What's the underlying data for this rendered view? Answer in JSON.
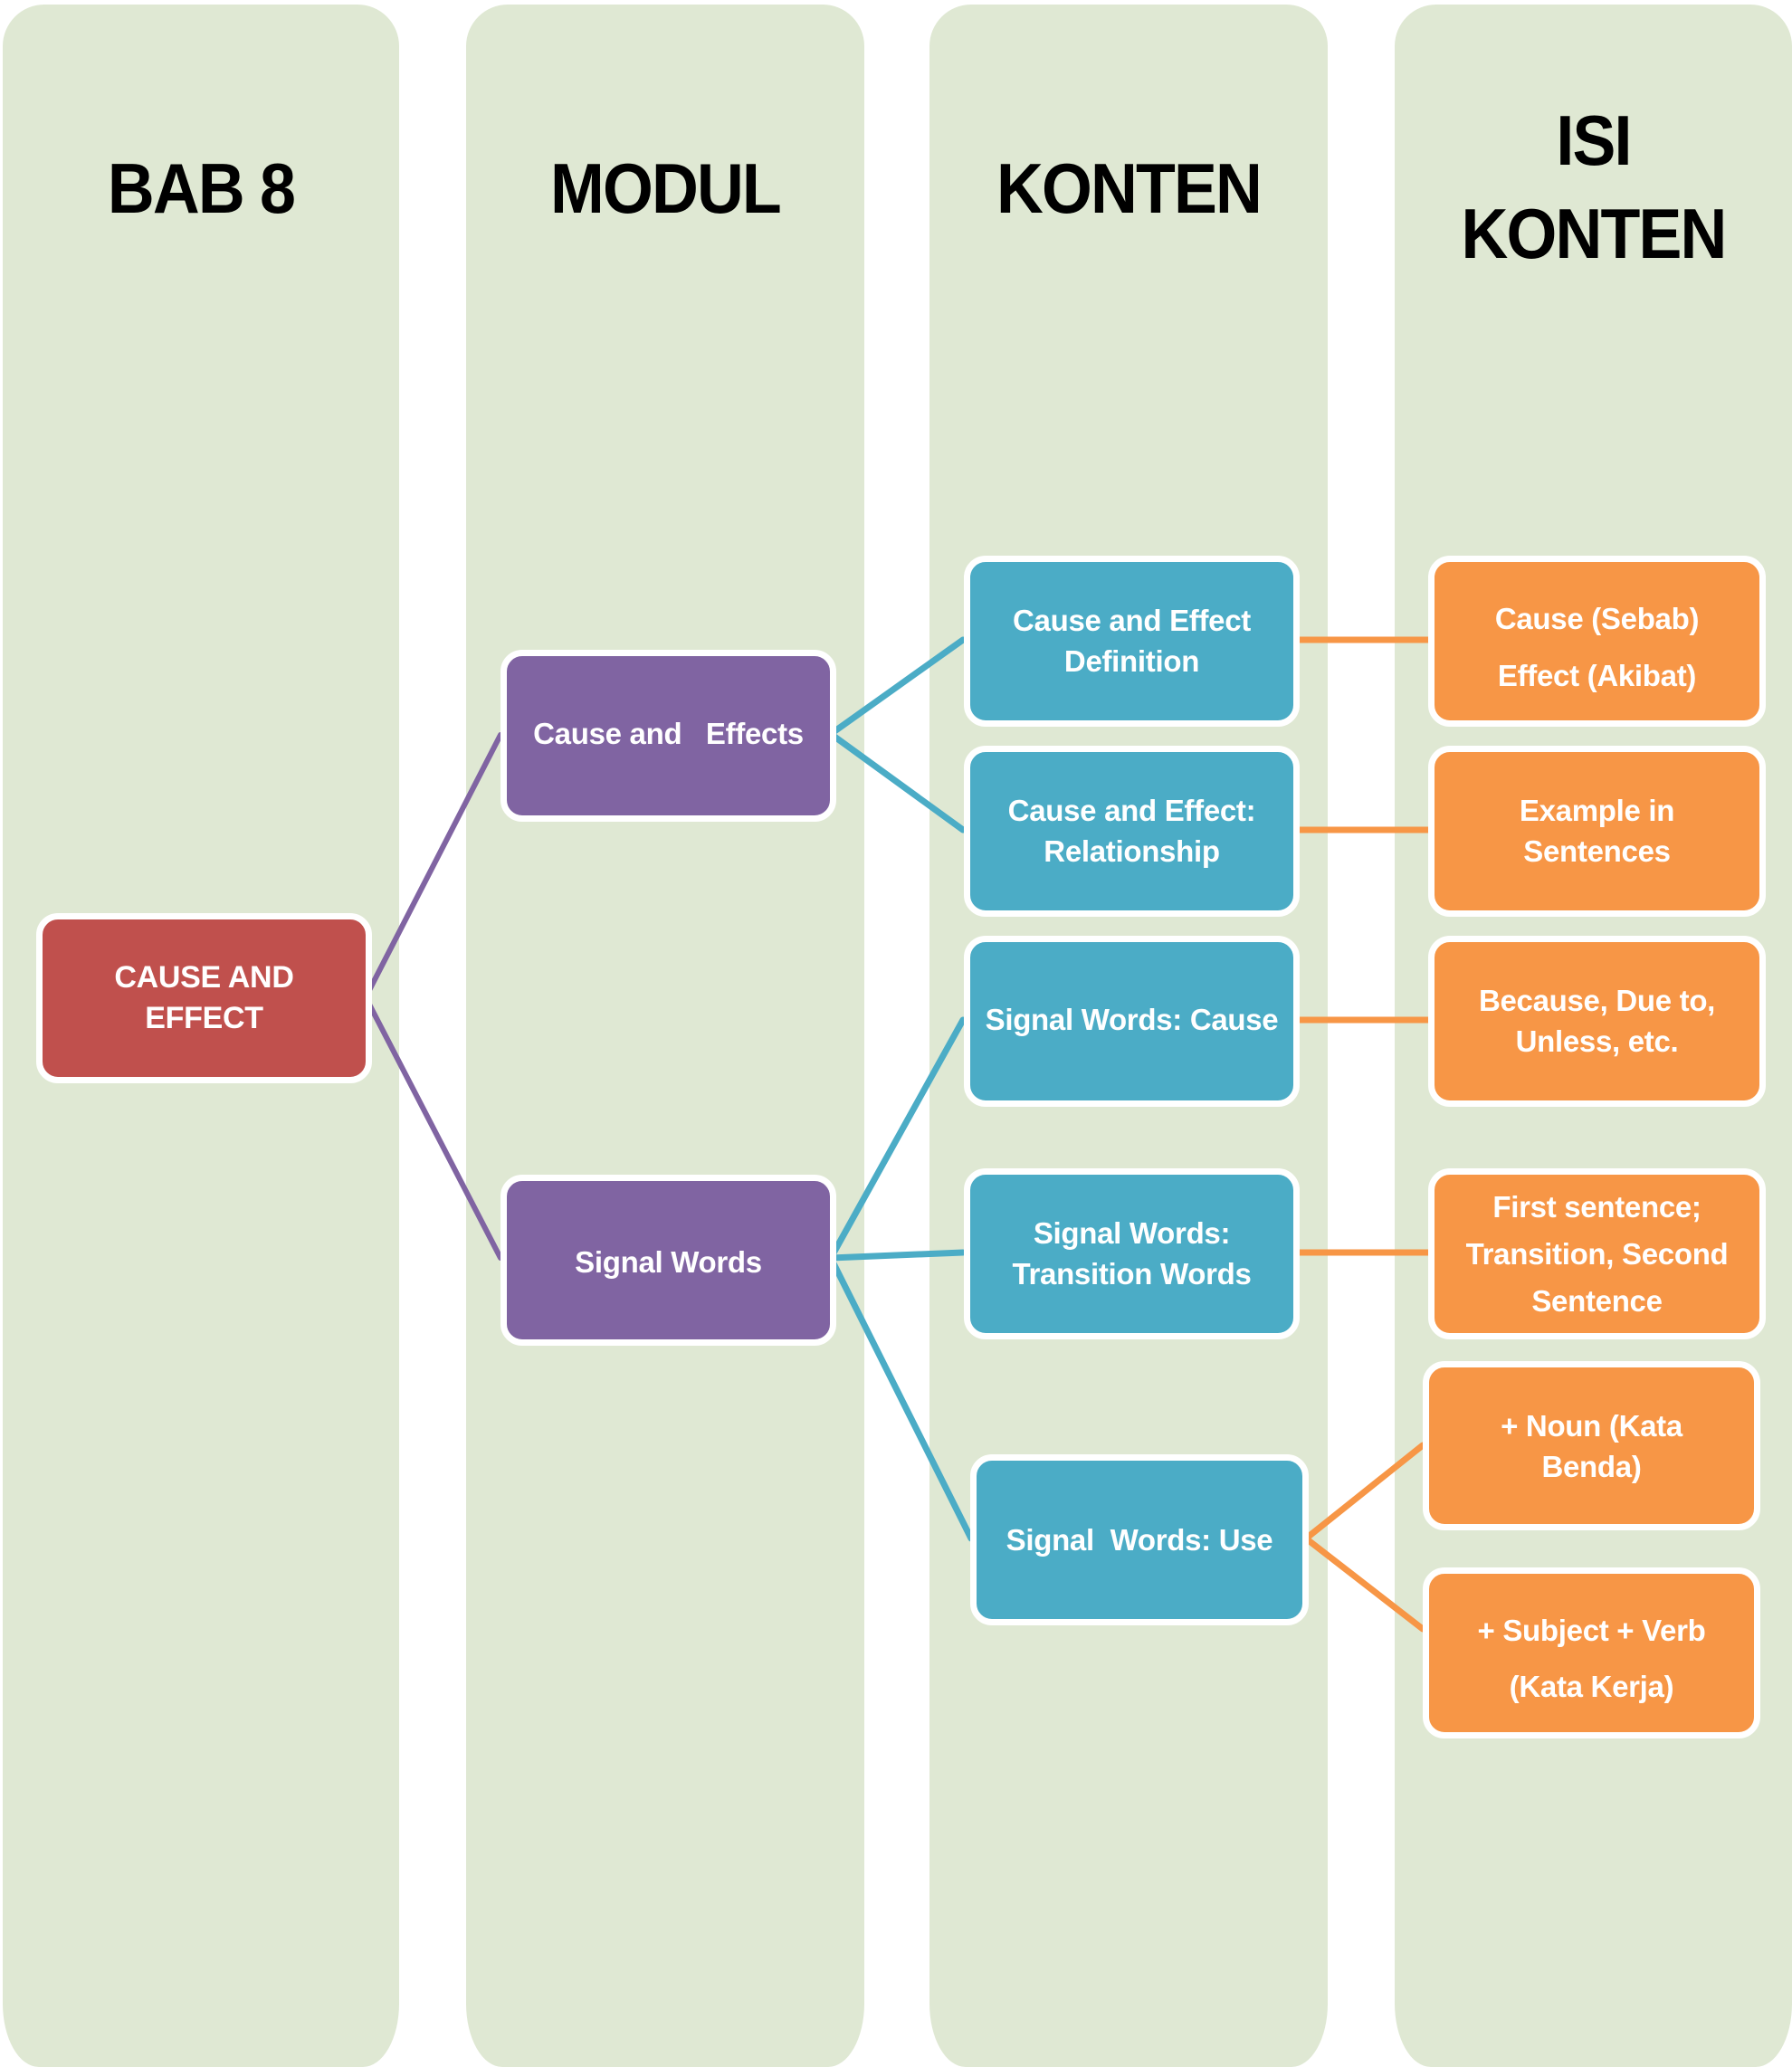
{
  "colors": {
    "column_bg": "#DFE8D3",
    "chapter": "#C0504D",
    "module": "#8064A2",
    "content": "#4BACC6",
    "content_detail": "#F79646",
    "header_text": "#000000",
    "node_text": "#FFFFFF"
  },
  "columns": [
    {
      "header": "BAB 8"
    },
    {
      "header": "MODUL"
    },
    {
      "header": "KONTEN"
    },
    {
      "header_line1": "ISI",
      "header_line2": "KONTEN"
    }
  ],
  "chapter": {
    "label": "CAUSE AND EFFECT"
  },
  "modules": [
    {
      "label": "Cause and   Effects"
    },
    {
      "label": "Signal Words"
    }
  ],
  "contents": [
    {
      "label": "Cause and Effect\nDefinition",
      "module": 0
    },
    {
      "label": "Cause and Effect:\nRelationship",
      "module": 0
    },
    {
      "label": "Signal Words: Cause",
      "module": 1
    },
    {
      "label": "Signal Words:\nTransition Words",
      "module": 1
    },
    {
      "label": "Signal  Words: Use",
      "module": 1
    }
  ],
  "content_details": [
    {
      "label": "Cause (Sebab)\nEffect (Akibat)",
      "content": 0
    },
    {
      "label": "Example in\nSentences",
      "content": 1
    },
    {
      "label": "Because, Due to,\nUnless, etc.",
      "content": 2
    },
    {
      "label": "First sentence;\nTransition, Second\nSentence",
      "content": 3
    },
    {
      "label": "+ Noun (Kata\nBenda)",
      "content": 4
    },
    {
      "label": "+ Subject + Verb\n(Kata Kerja)",
      "content": 4
    }
  ]
}
